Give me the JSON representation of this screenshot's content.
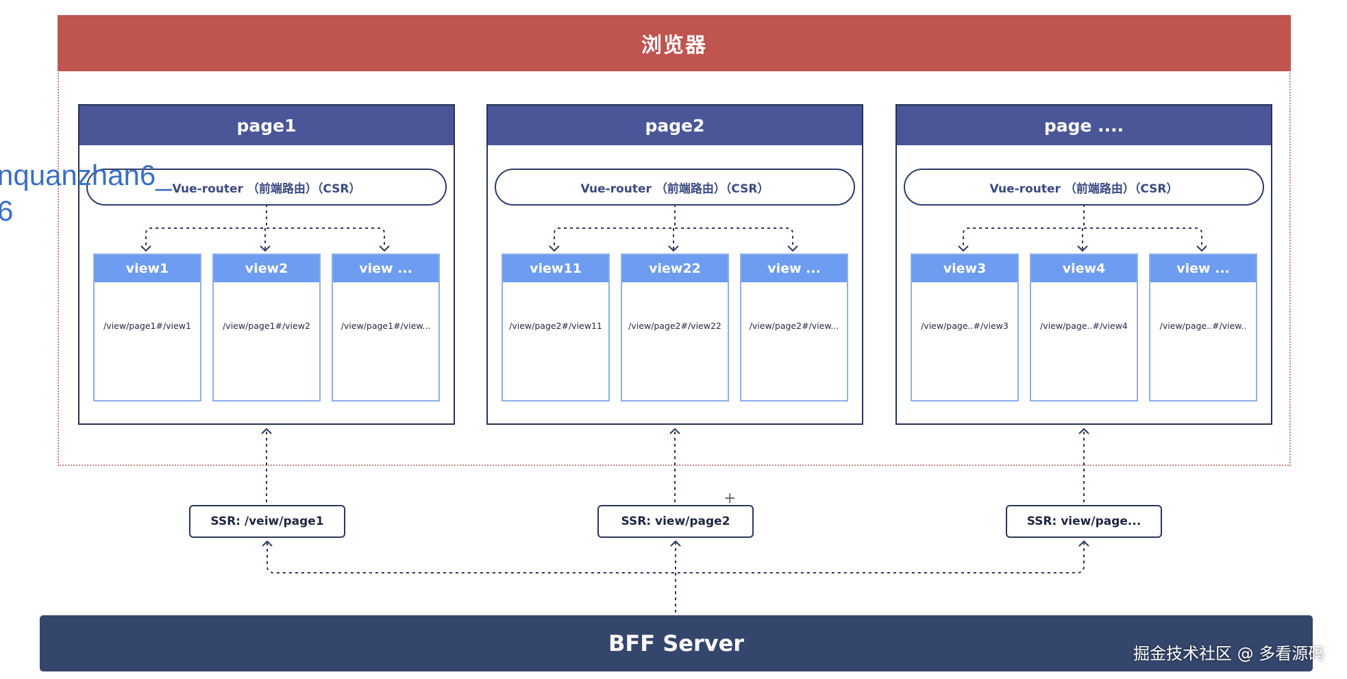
{
  "browser": {
    "title": "浏览器"
  },
  "pages": [
    {
      "title": "page1",
      "router": "Vue-router （前端路由）（CSR）",
      "views": [
        {
          "label": "view1",
          "path": "/view/page1#/view1"
        },
        {
          "label": "view2",
          "path": "/view/page1#/view2"
        },
        {
          "label": "view ...",
          "path": "/view/page1#/view..."
        }
      ],
      "ssr": "SSR: /veiw/page1"
    },
    {
      "title": "page2",
      "router": "Vue-router （前端路由）（CSR）",
      "views": [
        {
          "label": "view11",
          "path": "/view/page2#/view11"
        },
        {
          "label": "view22",
          "path": "/view/page2#/view22"
        },
        {
          "label": "view ...",
          "path": "/view/page2#/view..."
        }
      ],
      "ssr": "SSR: view/page2"
    },
    {
      "title": "page ....",
      "router": "Vue-router （前端路由）（CSR）",
      "views": [
        {
          "label": "view3",
          "path": "/view/page..#/view3"
        },
        {
          "label": "view4",
          "path": "/view/page..#/view4"
        },
        {
          "label": "view ...",
          "path": "/view/page..#/view.."
        }
      ],
      "ssr": "SSR: view/page..."
    }
  ],
  "server": {
    "title": "BFF Server"
  },
  "overlay": {
    "text": "nquanzhan6_\n6"
  },
  "watermark": {
    "text": "掘金技术社区 @ 多看源码"
  },
  "colors": {
    "browser_bar": "#c0544f",
    "page_header": "#4a5697",
    "view_header": "#6e9cf0",
    "server_bar": "#34466b",
    "connector": "#2b3556"
  },
  "icons": {
    "cross": "plus-cursor-icon"
  }
}
